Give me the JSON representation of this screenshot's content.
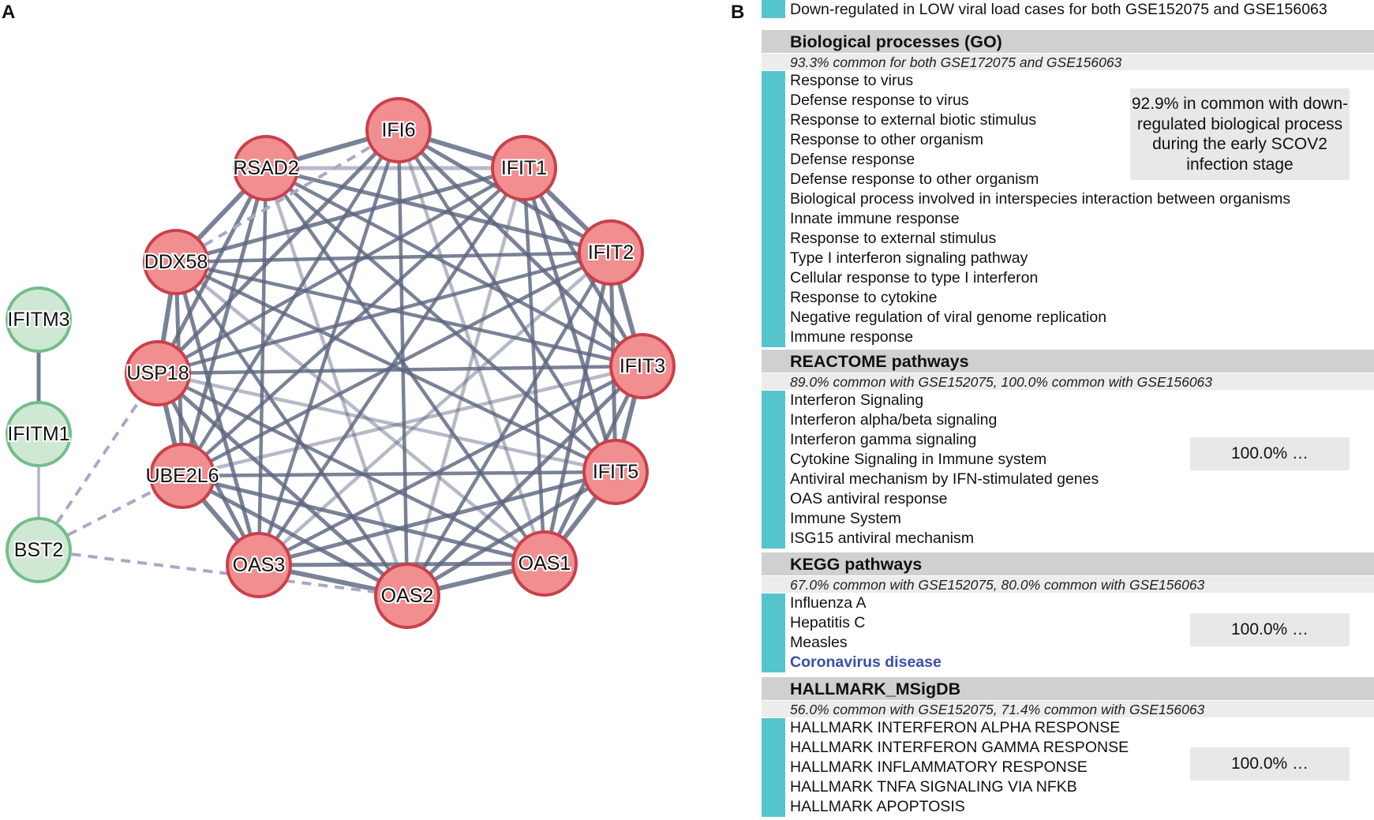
{
  "panel_labels": {
    "a": "A",
    "b": "B"
  },
  "colors": {
    "interferon_node_fill": "#f08e90",
    "interferon_node_stroke": "#c9404b",
    "ifitm_node_fill": "#cfe8d3",
    "ifitm_node_stroke": "#72be8b",
    "edge": "#5d6680",
    "dashed_edge": "#a9a8c6",
    "legend_swatch": "#56c4cd",
    "highlight_text": "#3a4fa8"
  },
  "network": {
    "nodes": [
      {
        "id": "IFI6",
        "label": "IFI6",
        "group": "ifn"
      },
      {
        "id": "IFIT1",
        "label": "IFIT1",
        "group": "ifn"
      },
      {
        "id": "IFIT2",
        "label": "IFIT2",
        "group": "ifn"
      },
      {
        "id": "IFIT3",
        "label": "IFIT3",
        "group": "ifn"
      },
      {
        "id": "IFIT5",
        "label": "IFIT5",
        "group": "ifn"
      },
      {
        "id": "OAS1",
        "label": "OAS1",
        "group": "ifn"
      },
      {
        "id": "OAS2",
        "label": "OAS2",
        "group": "ifn"
      },
      {
        "id": "OAS3",
        "label": "OAS3",
        "group": "ifn"
      },
      {
        "id": "UBE2L6",
        "label": "UBE2L6",
        "group": "ifn"
      },
      {
        "id": "USP18",
        "label": "USP18",
        "group": "ifn"
      },
      {
        "id": "DDX58",
        "label": "DDX58",
        "group": "ifn"
      },
      {
        "id": "RSAD2",
        "label": "RSAD2",
        "group": "ifn"
      },
      {
        "id": "IFITM3",
        "label": "IFITM3",
        "group": "ifitm"
      },
      {
        "id": "IFITM1",
        "label": "IFITM1",
        "group": "ifitm"
      },
      {
        "id": "BST2",
        "label": "BST2",
        "group": "ifitm"
      }
    ],
    "dashed_edges": [
      [
        "BST2",
        "USP18"
      ],
      [
        "BST2",
        "UBE2L6"
      ],
      [
        "BST2",
        "OAS2"
      ],
      [
        "DDX58",
        "IFI6"
      ]
    ],
    "solid_edges_extra": [
      [
        "IFITM3",
        "IFITM1"
      ],
      [
        "IFITM1",
        "BST2"
      ]
    ]
  },
  "legend": {
    "text": "Down-regulated in LOW viral load cases for both GSE152075 and GSE156063"
  },
  "sections": [
    {
      "header": "Biological processes (GO)",
      "subheader": "93.3% common for both GSE172075 and GSE156063",
      "items": [
        "Response to virus",
        "Defense response to virus",
        "Response to external biotic stimulus",
        "Response to other organism",
        "Defense response",
        "Defense response to other organism",
        "Biological process involved in interspecies interaction between organisms",
        "Innate immune response",
        "Response to external stimulus",
        "Type I interferon signaling pathway",
        "Cellular response to type I interferon",
        "Response to cytokine",
        "Negative regulation of viral genome replication",
        "Immune response"
      ],
      "highlight": "",
      "note": "92.9% in common with down-regulated biological process during the early SCOV2 infection stage"
    },
    {
      "header": "REACTOME pathways",
      "subheader": "89.0% common with GSE152075, 100.0% common with GSE156063",
      "items": [
        "Interferon Signaling",
        "Interferon alpha/beta signaling",
        "Interferon gamma signaling",
        "Cytokine Signaling in Immune system",
        "Antiviral mechanism by IFN-stimulated genes",
        "OAS antiviral response",
        "Immune System",
        "ISG15 antiviral mechanism"
      ],
      "highlight": "",
      "note": "100.0% …"
    },
    {
      "header": "KEGG pathways",
      "subheader": "67.0% common with GSE152075, 80.0% common with GSE156063",
      "items": [
        "Influenza A",
        "Hepatitis C",
        "Measles"
      ],
      "highlight": "Coronavirus disease",
      "note": "100.0% …"
    },
    {
      "header": "HALLMARK_MSigDB",
      "subheader": "56.0% common with GSE152075, 71.4% common with GSE156063",
      "items": [
        "HALLMARK INTERFERON ALPHA RESPONSE",
        "HALLMARK INTERFERON GAMMA RESPONSE",
        "HALLMARK INFLAMMATORY RESPONSE",
        "HALLMARK TNFA SIGNALING VIA NFKB",
        "HALLMARK APOPTOSIS"
      ],
      "highlight": "",
      "note": "100.0% …"
    }
  ]
}
